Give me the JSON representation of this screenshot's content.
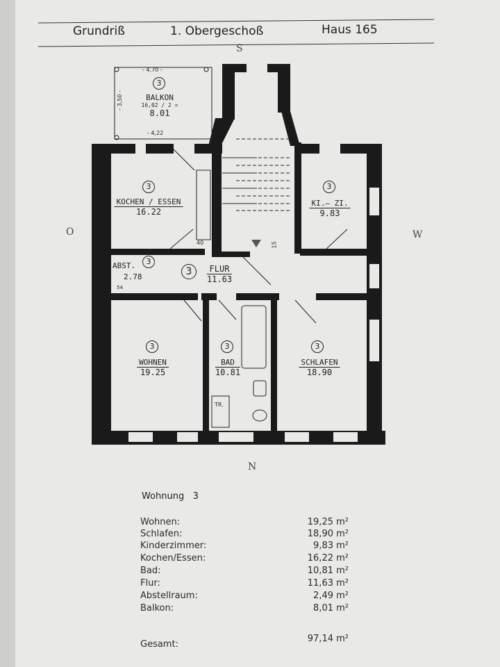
{
  "header": {
    "left": "Grundriß",
    "center": "1. Obergeschoß",
    "right": "Haus 165"
  },
  "compass": {
    "south": "S",
    "north": "N",
    "west": "W",
    "east": "O"
  },
  "plan": {
    "balkon": {
      "num": "3",
      "name": "BALKON",
      "calc": "16,02 / 2 =",
      "area": "8.01",
      "dim_top": "- 4,70 -",
      "dim_side": "- 3,50 -",
      "dim_bottom": "- 4,22"
    },
    "kochen": {
      "num": "3",
      "name": "KOCHEN / ESSEN",
      "area": "16.22"
    },
    "kizi": {
      "num": "3",
      "name": "KI.– ZI.",
      "area": "9.83"
    },
    "abst": {
      "num": "3",
      "name": "ABST.",
      "area": "2.78"
    },
    "flur": {
      "num": "3",
      "name": "FLUR",
      "area": "11.63"
    },
    "wohnen": {
      "num": "3",
      "name": "WOHNEN",
      "area": "19.25"
    },
    "bad": {
      "num": "3",
      "name": "BAD",
      "area": "10.81",
      "tr": "TR."
    },
    "schlafen": {
      "num": "3",
      "name": "SCHLAFEN",
      "area": "18.90"
    },
    "marks": {
      "m40": "40",
      "m15": "15",
      "m54": "54"
    }
  },
  "summary": {
    "title": "Wohnung   3",
    "rows": [
      {
        "label": "Wohnen:",
        "value": "19,25 m²"
      },
      {
        "label": "Schlafen:",
        "value": "18,90 m²"
      },
      {
        "label": "Kinderzimmer:",
        "value": "9,83 m²"
      },
      {
        "label": "Kochen/Essen:",
        "value": "16,22 m²"
      },
      {
        "label": "Bad:",
        "value": "10,81 m²"
      },
      {
        "label": "Flur:",
        "value": "11,63 m²"
      },
      {
        "label": "Abstellraum:",
        "value": "2,49 m²"
      },
      {
        "label": "Balkon:",
        "value": "8,01 m²"
      }
    ],
    "total_label": "Gesamt:",
    "total_value": "97,14 m²"
  }
}
